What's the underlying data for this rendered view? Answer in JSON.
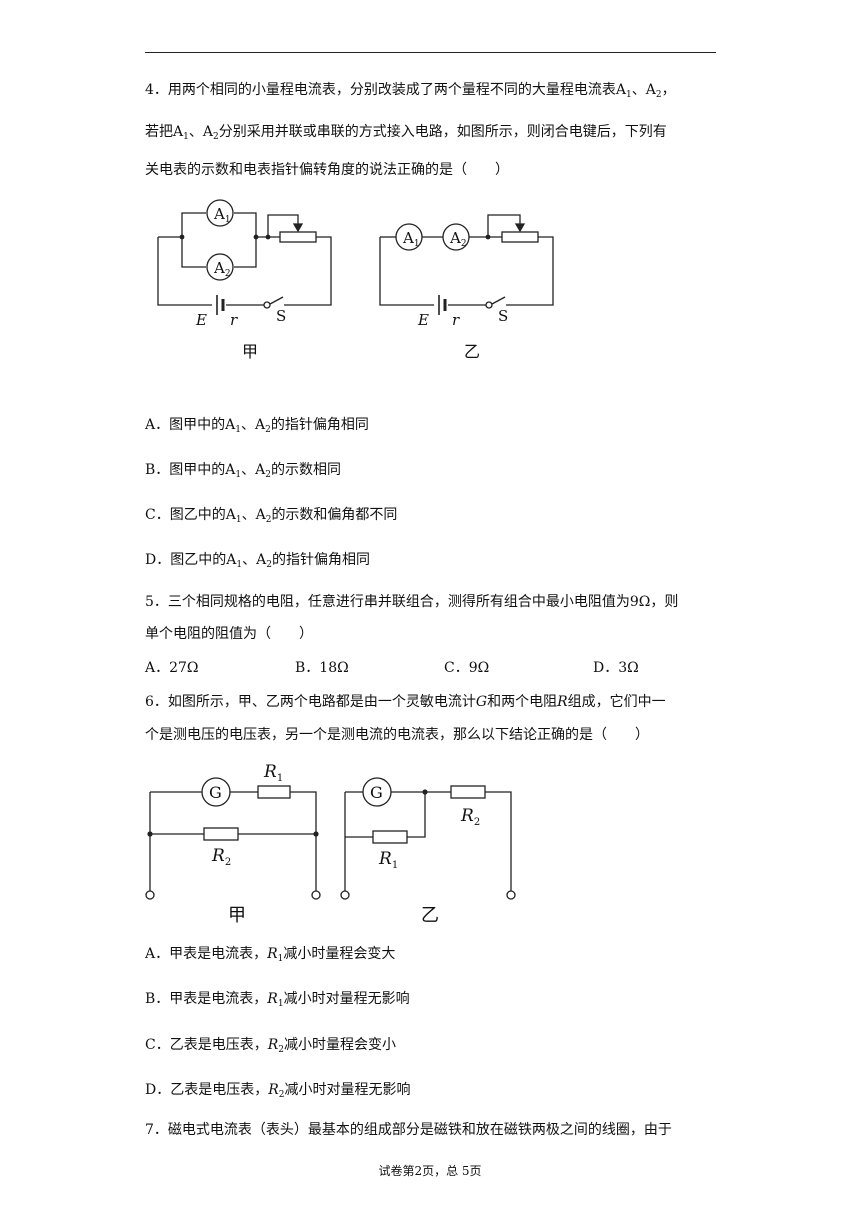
{
  "q4": {
    "line1_a": "4．用两个相同的小量程电流表，分别改装成了两个量程不同的大量程电流表",
    "line1_b": "、",
    "line1_c": "，",
    "line2_a": "若把",
    "line2_b": "、",
    "line2_c": "分别采用并联或串联的方式接入电路，如图所示，则闭合电键后，下列有",
    "line3": "关电表的示数和电表指针偏转角度的说法正确的是（　　）",
    "ammeter": "A",
    "sub1": "1",
    "sub2": "2",
    "label_E": "E",
    "label_r": "r",
    "label_S": "S",
    "cap_jia": "甲",
    "cap_yi": "乙",
    "optA_pre": "A．图甲中的",
    "optA_post": "的指针偏角相同",
    "optB_pre": "B．图甲中的",
    "optB_post": "的示数相同",
    "optC_pre": "C．图乙中的",
    "optC_post": "的示数和偏角都不同",
    "optD_pre": "D．图乙中的",
    "optD_post": "的指针偏角相同",
    "sep": "、"
  },
  "q5": {
    "line1": "5．三个相同规格的电阻，任意进行串并联组合，测得所有组合中最小电阻值为9Ω，则",
    "line2": "单个电阻的阻值为（　　）",
    "optA": "A．27Ω",
    "optB": "B．18Ω",
    "optC": "C．9Ω",
    "optD": "D．3Ω"
  },
  "q6": {
    "line1_a": "6．如图所示，甲、乙两个电路都是由一个灵敏电流计",
    "line1_G": "G",
    "line1_b": "和两个电阻",
    "line1_R": "R",
    "line1_c": "组成，它们中一",
    "line2": "个是测电压的电压表，另一个是测电流的电流表，那么以下结论正确的是（　　）",
    "label_G": "G",
    "label_R": "R",
    "sub1": "1",
    "sub2": "2",
    "cap_jia": "甲",
    "cap_yi": "乙",
    "optA_pre": "A．甲表是电流表，",
    "optA_post": "减小时量程会变大",
    "optB_pre": "B．甲表是电流表，",
    "optB_post": "减小时对量程无影响",
    "optC_pre": "C．乙表是电压表，",
    "optC_post": "减小时量程会变小",
    "optD_pre": "D．乙表是电压表，",
    "optD_post": "减小时对量程无影响"
  },
  "q7": {
    "line1": "7．磁电式电流表（表头）最基本的组成部分是磁铁和放在磁铁两极之间的线圈，由于"
  },
  "footer": "试卷第2页，总 5页"
}
